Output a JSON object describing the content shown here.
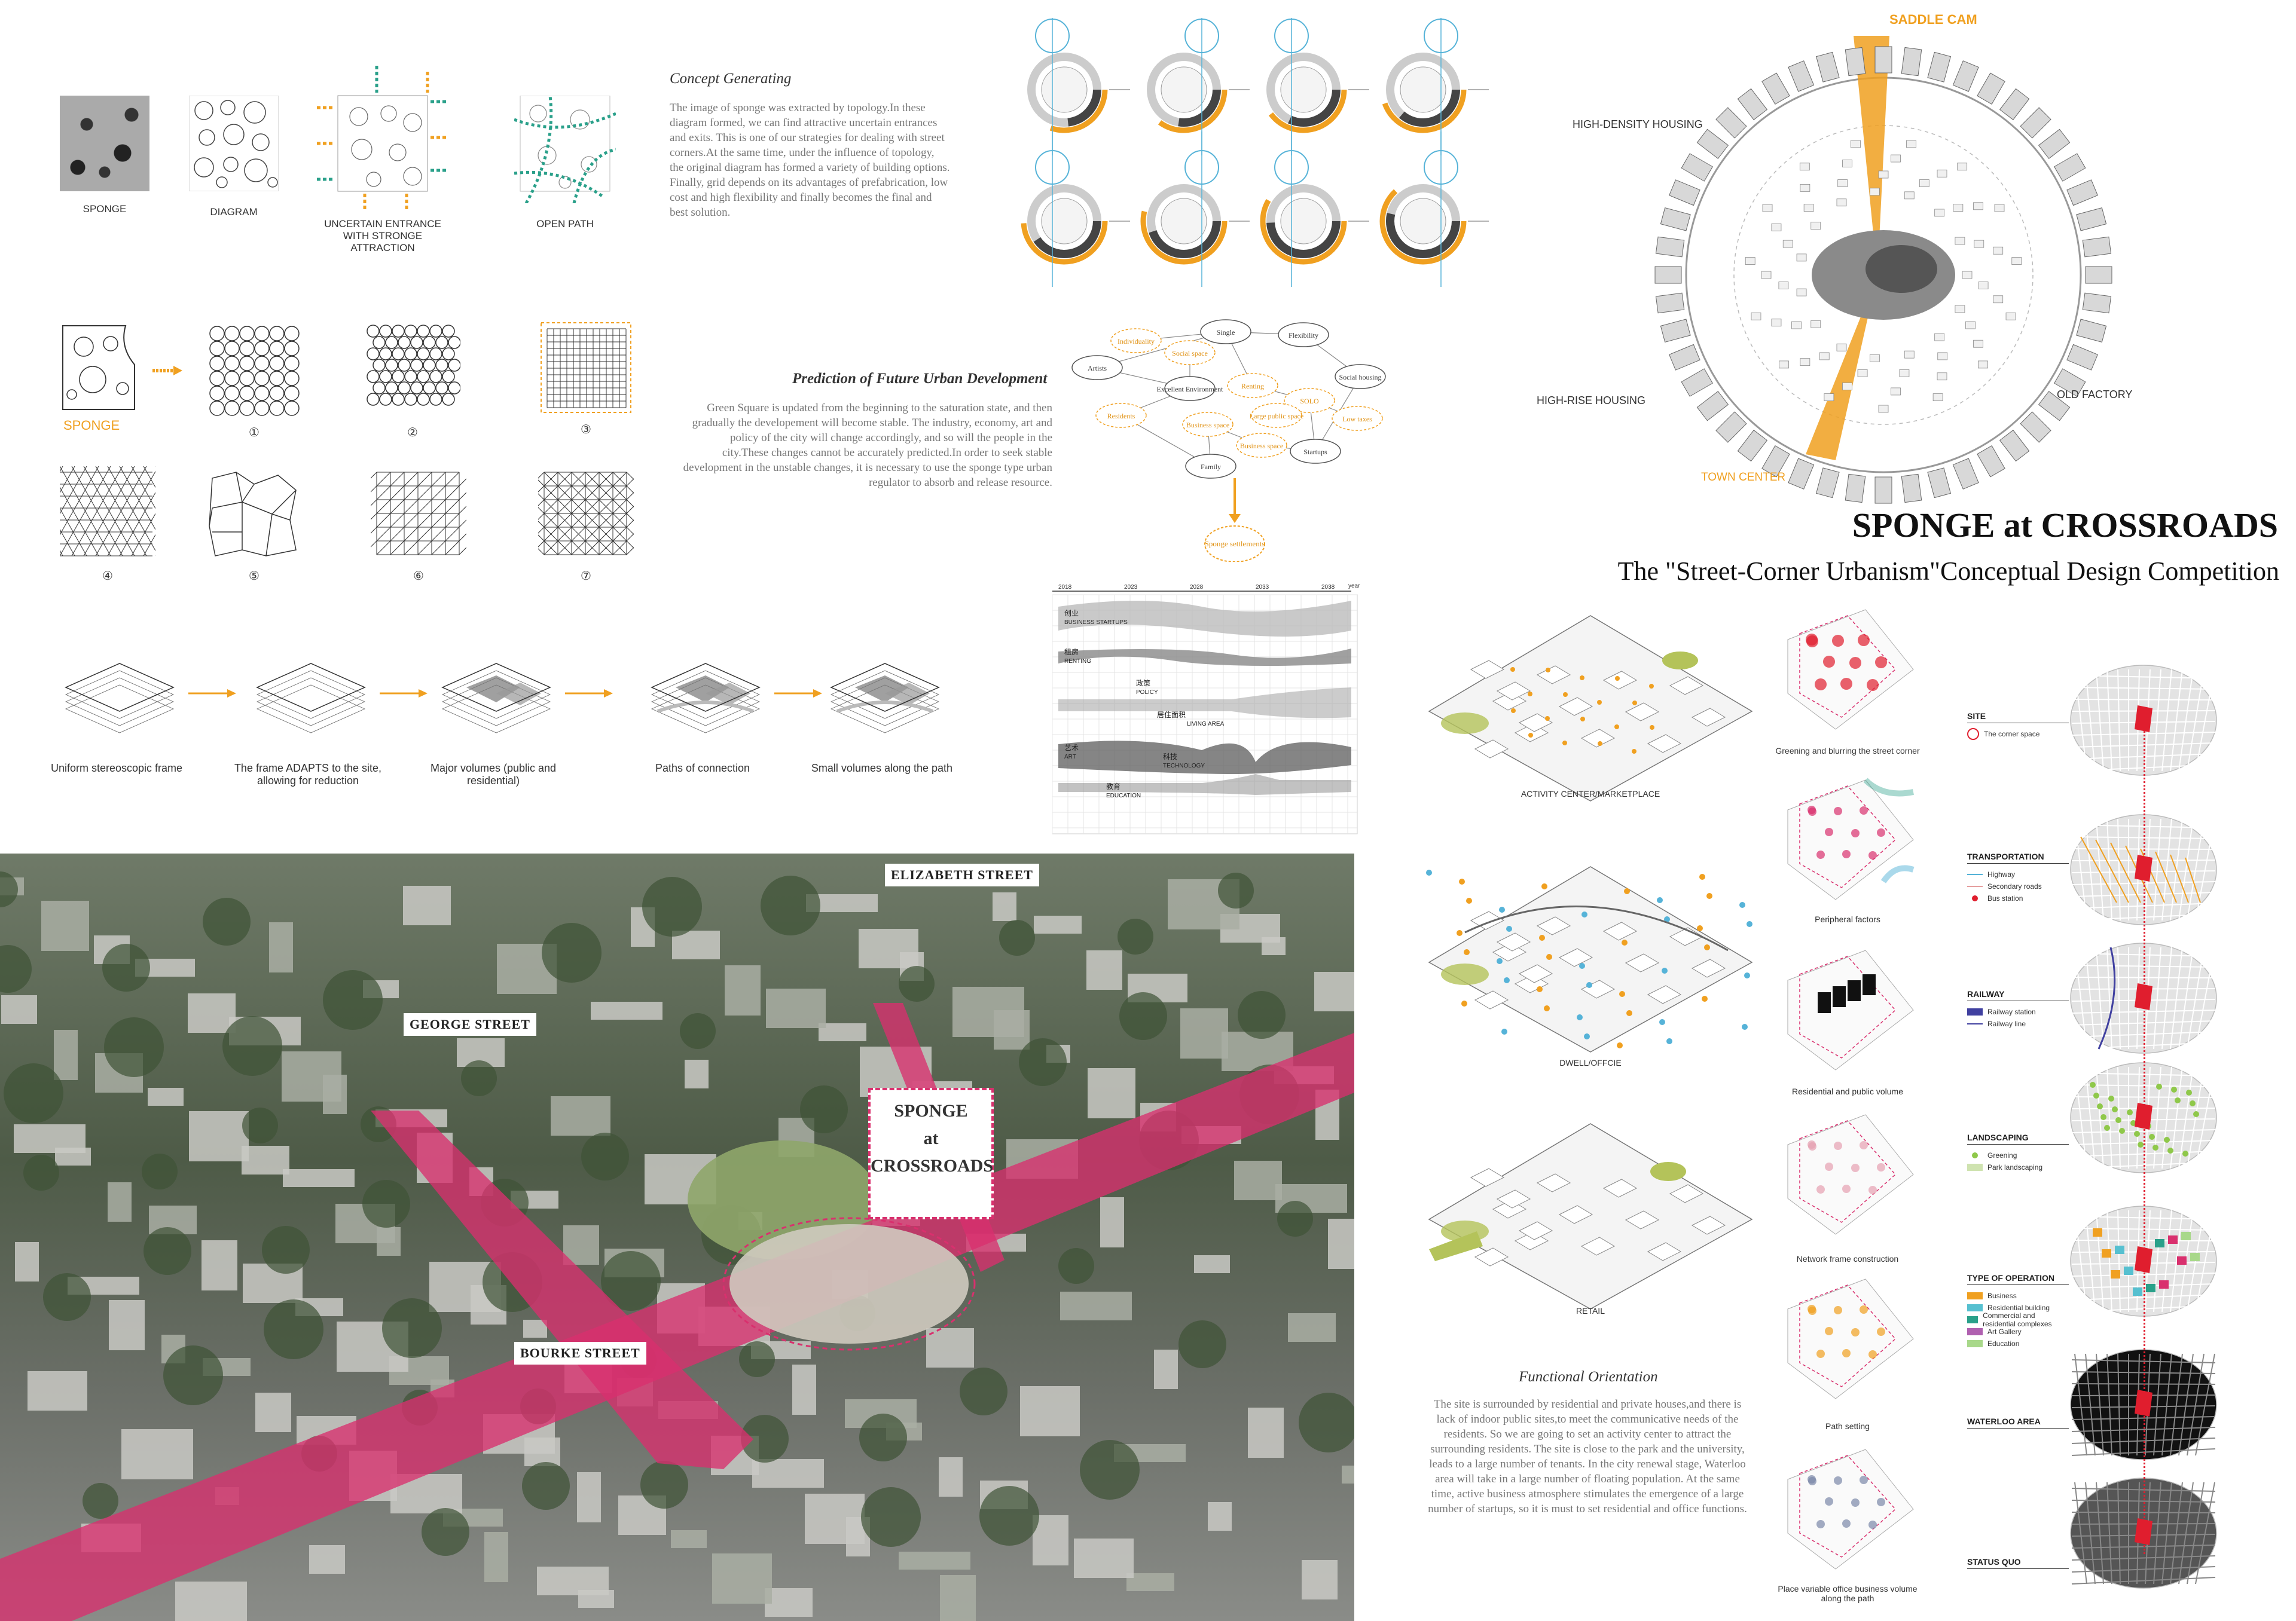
{
  "header": {
    "title": "SPONGE at CROSSROADS",
    "subtitle": "The \"Street-Corner Urbanism\"Conceptual Design Competition"
  },
  "concept": {
    "heading": "Concept Generating",
    "text": "The image of sponge was extracted by topology.In these diagram formed, we can find attractive uncertain entrances and exits. This is one of our strategies for dealing with street corners.At the same time, under the influence of topology, the original diagram has formed a variety of building options. Finally, grid depends on its advantages of prefabrication, low cost and high flexibility and finally becomes the final and best solution.",
    "tiles": [
      {
        "label": "SPONGE"
      },
      {
        "label": "DIAGRAM"
      },
      {
        "label": "UNCERTAIN ENTRANCE WITH STRONGE ATTRACTION"
      },
      {
        "label": "OPEN PATH"
      }
    ]
  },
  "grids": {
    "sponge_label": "SPONGE",
    "numbers": [
      "①",
      "②",
      "③",
      "④",
      "⑤",
      "⑥",
      "⑦"
    ]
  },
  "prediction": {
    "heading": "Prediction of Future Urban Development",
    "text": "Green Square is updated from the beginning to the saturation state, and then gradually the developement will become stable. The industry, economy, art and policy of the city will change accordingly, and so will the people in the city.These changes cannot be accurately predicted.In order to seek stable development in the unstable changes, it is necessary to use the sponge type urban regulator to absorb and release resource.",
    "nodes": [
      "Artists",
      "Single",
      "Flexibility",
      "Social housing",
      "Residents",
      "Excellent Environment",
      "Renting",
      "Social space",
      "SOLO",
      "Large public space",
      "Family",
      "Startups",
      "Business space",
      "Business space",
      "Individuality",
      "Low taxes"
    ],
    "result": "Sponge settlements"
  },
  "process": {
    "steps": [
      "Uniform stereoscopic frame",
      "The frame ADAPTS to the site, allowing for reduction",
      "Major volumes (public and residential)",
      "Paths of connection",
      "Small volumes along the path"
    ]
  },
  "timeline": {
    "axis_label": "year",
    "years": [
      "2018",
      "2023",
      "2028",
      "2033",
      "2038"
    ],
    "rows": [
      {
        "cn": "创业",
        "en": "BUSINESS STARTUPS"
      },
      {
        "cn": "租房",
        "en": "RENTING"
      },
      {
        "cn": "政策",
        "en": "POLICY"
      },
      {
        "cn": "居住面积",
        "en": "LIVING AREA"
      },
      {
        "cn": "艺术",
        "en": "ART"
      },
      {
        "cn": "科技",
        "en": "TECHNOLOGY"
      },
      {
        "cn": "教育",
        "en": "EDUCATION"
      }
    ]
  },
  "radial": {
    "labels": [
      "SADDLE CAM",
      "HIGH-DENSITY HOUSING",
      "HIGH-RISE HOUSING",
      "OLD FACTORY",
      "TOWN CENTER"
    ]
  },
  "aerial": {
    "streets": [
      "ELIZABETH STREET",
      "GEORGE STREET",
      "BOURKE STREET"
    ],
    "sign": [
      "SPONGE",
      "at",
      "CROSSROADS"
    ]
  },
  "functional": {
    "captions": [
      "ACTIVITY CENTER/MARKETPLACE",
      "DWELL/OFFCIE",
      "RETAIL"
    ],
    "heading": "Functional Orientation",
    "text": "The site is surrounded by residential and private houses,and there is lack of indoor public sites,to meet the communicative needs of the residents. So we are going to set an activity center to attract the surrounding residents. The site is close to the park and the university, leads to a large number of tenants. In the city renewal stage, Waterloo area will take in a large number of floating population. At the same time, active business atmosphere stimulates the emergence of a large number of startups, so it is must to set residential and office functions."
  },
  "steps_col": {
    "captions": [
      "Greening and blurring the street corner",
      "Peripheral factors",
      "Residential and public volume",
      "Network frame construction",
      "Path setting",
      "Place variable office business volume along the path"
    ]
  },
  "analysis": {
    "site": {
      "title": "SITE",
      "items": [
        "The corner space"
      ]
    },
    "transportation": {
      "title": "TRANSPORTATION",
      "items": [
        "Highway",
        "Secondary roads",
        "Bus station"
      ]
    },
    "railway": {
      "title": "RAILWAY",
      "items": [
        "Railway station",
        "Railway line"
      ]
    },
    "landscaping": {
      "title": "LANDSCAPING",
      "items": [
        "Greening",
        "Park landscaping"
      ]
    },
    "operation": {
      "title": "TYPE OF OPERATION",
      "items": [
        "Business",
        "Residential building",
        "Commercial and residential complexes",
        "Art Gallery",
        "Education"
      ]
    },
    "waterloo": {
      "title": "WATERLOO AREA"
    },
    "status": {
      "title": "STATUS QUO"
    }
  },
  "colors": {
    "accent_orange": "#f0a020",
    "street_magenta": "#d9306e",
    "teal": "#2aa08a",
    "site_red": "#e01e2e"
  }
}
